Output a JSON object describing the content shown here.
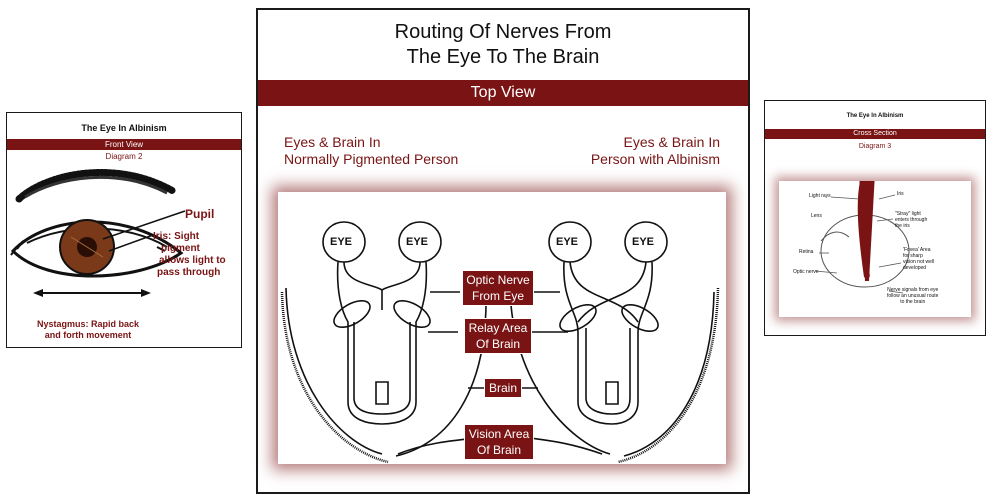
{
  "left_card": {
    "title": "The Eye In Albinism",
    "bar": "Front View",
    "subtitle": "Diagram 2",
    "pupil": "Pupil",
    "iris_1": "Iris: Sight",
    "iris_2": "pigment",
    "iris_3": "allows light to",
    "iris_4": "pass through",
    "nyst_1": "Nystagmus: Rapid back",
    "nyst_2": "and forth movement"
  },
  "main": {
    "title_1": "Routing Of Nerves From",
    "title_2": "The Eye To The Brain",
    "bar": "Top View",
    "left_head_1": "Eyes & Brain In",
    "left_head_2": "Normally Pigmented Person",
    "right_head_1": "Eyes & Brain In",
    "right_head_2": "Person with Albinism",
    "eye": "EYE",
    "lbl_optic_1": "Optic Nerve",
    "lbl_optic_2": "From Eye",
    "lbl_relay_1": "Relay Area",
    "lbl_relay_2": "Of Brain",
    "lbl_brain": "Brain",
    "lbl_vision_1": "Vision Area",
    "lbl_vision_2": "Of Brain"
  },
  "right_card": {
    "title": "The Eye In Albinism",
    "bar": "Cross Section",
    "subtitle": "Diagram 3",
    "light_rays": "Light rays",
    "iris": "Iris",
    "lens": "Lens",
    "stray_1": "\"Stray\" light",
    "stray_2": "enters through",
    "stray_3": "the iris",
    "retina": "Retina",
    "optic_nerve": "Optic nerve",
    "fovea_1": "'Fovea' Area",
    "fovea_2": "for sharp",
    "fovea_3": "vision not well",
    "fovea_4": "developed",
    "nerve_1": "Nerve signals from eye",
    "nerve_2": "follow an unusual route",
    "nerve_3": "to the brain"
  },
  "colors": {
    "accent": "#7a1414",
    "iris": "#7a3a1a",
    "border": "#1a1a1a"
  }
}
